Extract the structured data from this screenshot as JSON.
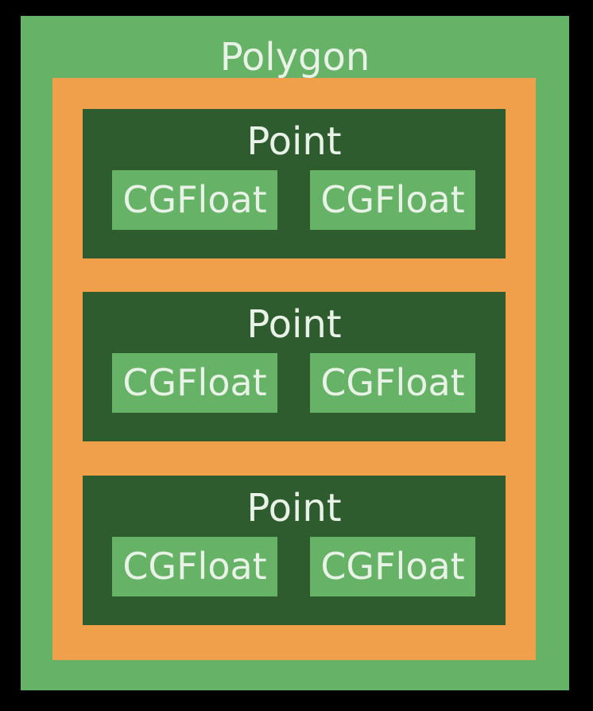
{
  "polygon": {
    "label": "Polygon",
    "points": [
      {
        "label": "Point",
        "fields": [
          "CGFloat",
          "CGFloat"
        ]
      },
      {
        "label": "Point",
        "fields": [
          "CGFloat",
          "CGFloat"
        ]
      },
      {
        "label": "Point",
        "fields": [
          "CGFloat",
          "CGFloat"
        ]
      }
    ]
  },
  "colors": {
    "background": "#000000",
    "polygon": "#66b266",
    "array": "#f0a04a",
    "point": "#2e5c2e",
    "cgfloat": "#66b266",
    "text": "#e8f2e6"
  }
}
